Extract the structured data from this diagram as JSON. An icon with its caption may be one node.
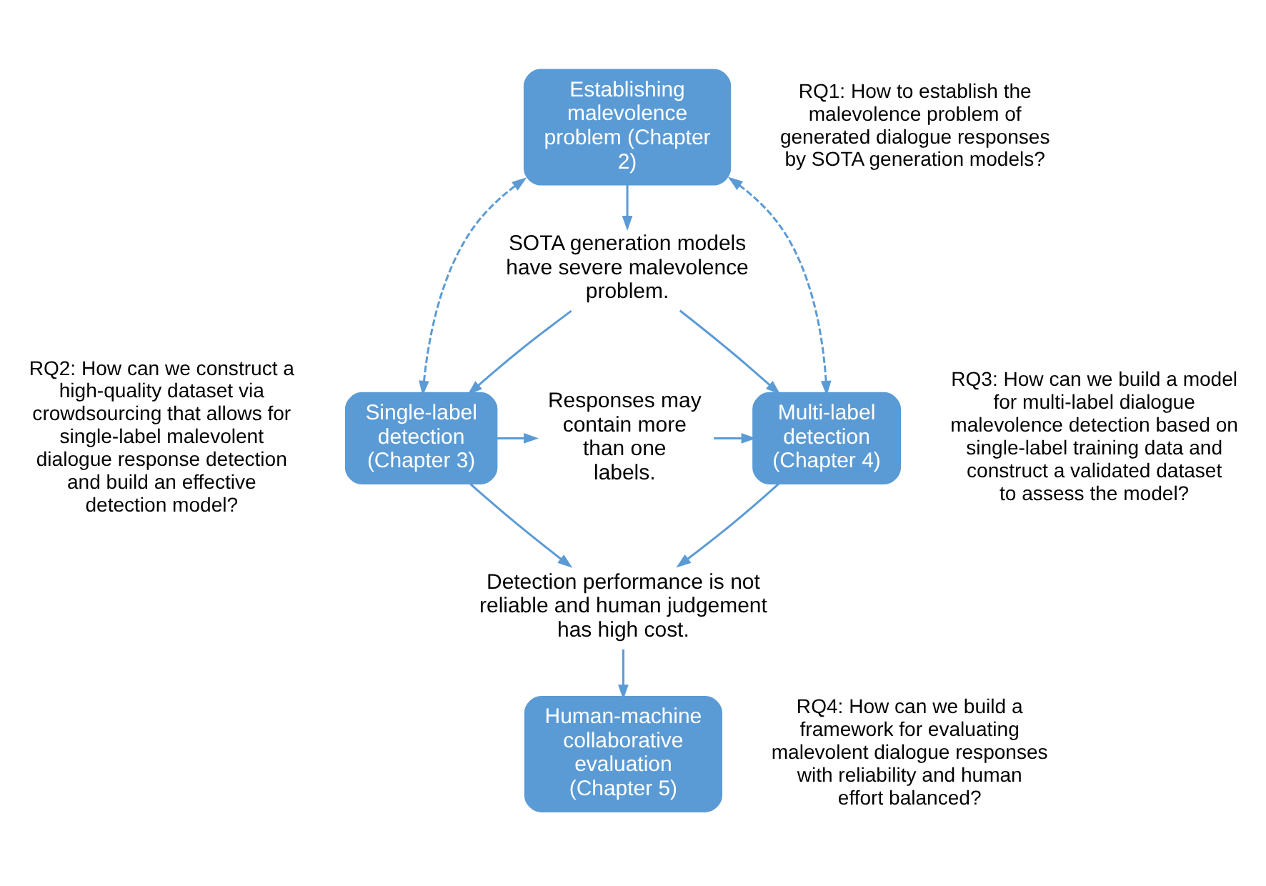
{
  "diagram": {
    "nodes": [
      {
        "text": [
          "Establishing malevolence problem (Chapter 2)"
        ]
      },
      {
        "text": [
          "SOTA generation models have severe malevolence problem."
        ]
      },
      {
        "text": [
          "Single-label detection (Chapter 3)"
        ]
      },
      {
        "text": [
          "Responses may contain more than one labels."
        ]
      },
      {
        "text": [
          "Multi-label detection (Chapter 4)"
        ]
      },
      {
        "text": [
          "Detection performance is not reliable and human judgement has high cost."
        ]
      },
      {
        "text": [
          "Human-machine collaborative evaluation (Chapter 5)"
        ]
      }
    ],
    "edges": [
      {
        "from": 0,
        "to": 1,
        "arrow": "to"
      },
      {
        "from": 1,
        "to": 2,
        "arrow": "to"
      },
      {
        "from": 1,
        "to": 4,
        "arrow": "to"
      },
      {
        "from": 2,
        "to": 0,
        "arrow": "both",
        "style": "dashed"
      },
      {
        "from": 4,
        "to": 0,
        "arrow": "both",
        "style": "dashed"
      },
      {
        "from": 2,
        "to": 3,
        "arrow": "to"
      },
      {
        "from": 3,
        "to": 4,
        "arrow": "to"
      },
      {
        "from": 2,
        "to": 5,
        "arrow": "to"
      },
      {
        "from": 4,
        "to": 5,
        "arrow": "to"
      },
      {
        "from": 5,
        "to": 6,
        "arrow": "to"
      }
    ],
    "labels": [
      "RQ1: How to establish the malevolence problem of generated dialogue responses by SOTA generation models?",
      "RQ2: How can we construct a high-quality dataset via crowdsourcing that allows for single-label malevolent dialogue response detection and build an effective detection model?",
      "RQ3: How can we build a model for multi-label dialogue malevolence detection based on single-label training data and construct a validated dataset to assess the model?",
      "RQ4: How can we build a framework for evaluating malevolent dialogue responses with reliability and human effort balanced?"
    ]
  }
}
